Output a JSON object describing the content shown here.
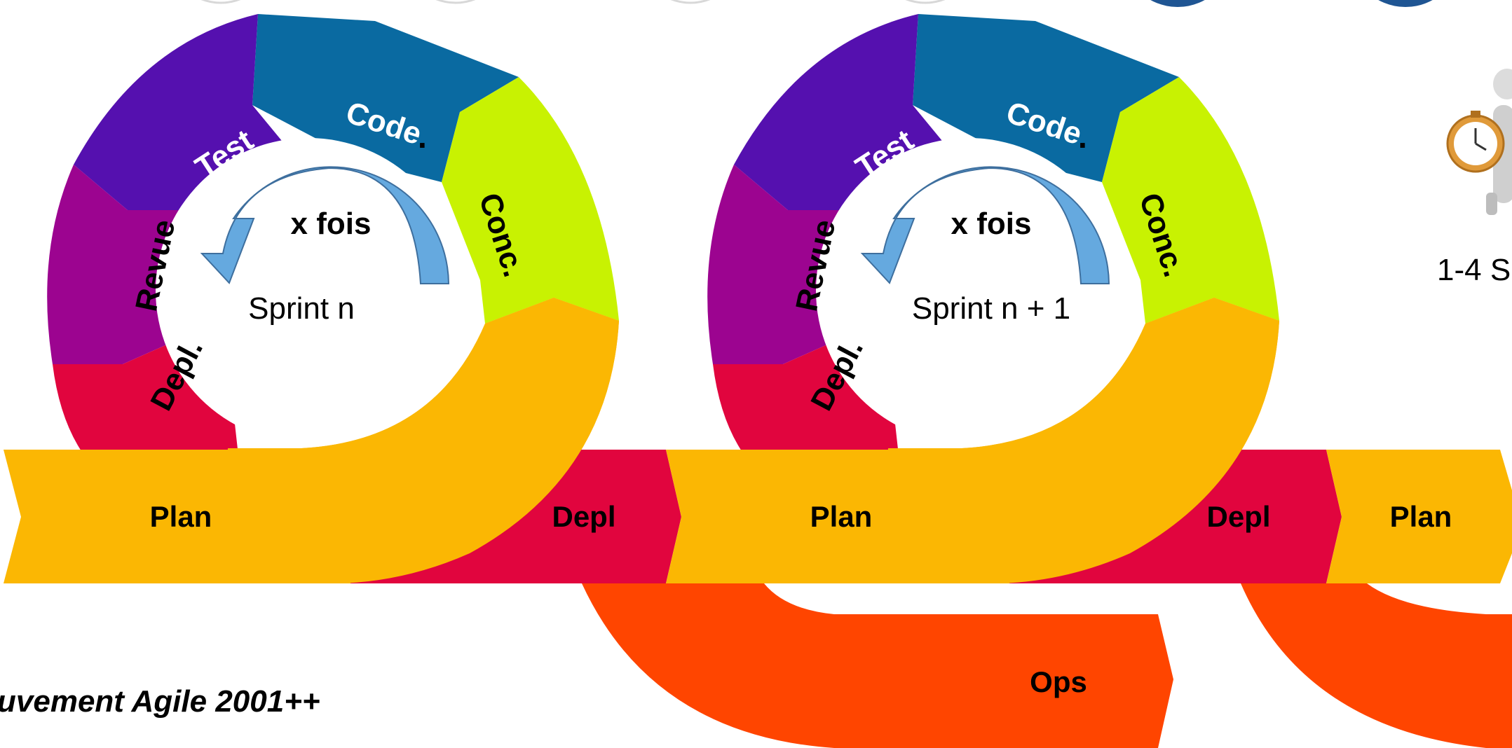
{
  "sprints": [
    {
      "title": "Sprint n",
      "loop_label": "x fois"
    },
    {
      "title": "Sprint n + 1",
      "loop_label": "x fois"
    }
  ],
  "phases": {
    "code": "Code",
    "conc": "Conc.",
    "test": "Test",
    "revue": "Revue",
    "depl": "Depl."
  },
  "dot_after_code": ".",
  "bands": {
    "plan": "Plan",
    "depl": "Depl",
    "ops": "Ops"
  },
  "duration_label": "1-4 S",
  "footer": "uvement Agile 2001++",
  "icons": {
    "loop": "curved-arrow-icon",
    "stopwatch": "stopwatch-icon"
  },
  "colors": {
    "code": "#0A6AA1",
    "conc": "#C8F202",
    "test": "#5510AF",
    "revue": "#9C0490",
    "depl": "#E1053E",
    "plan": "#FBB703",
    "ops": "#FF4500",
    "arrow": "#65A9DF",
    "arrow_border": "#3E6F9E",
    "dot_gray": "#D8D8D8",
    "dot_blue": "#1F5593"
  }
}
